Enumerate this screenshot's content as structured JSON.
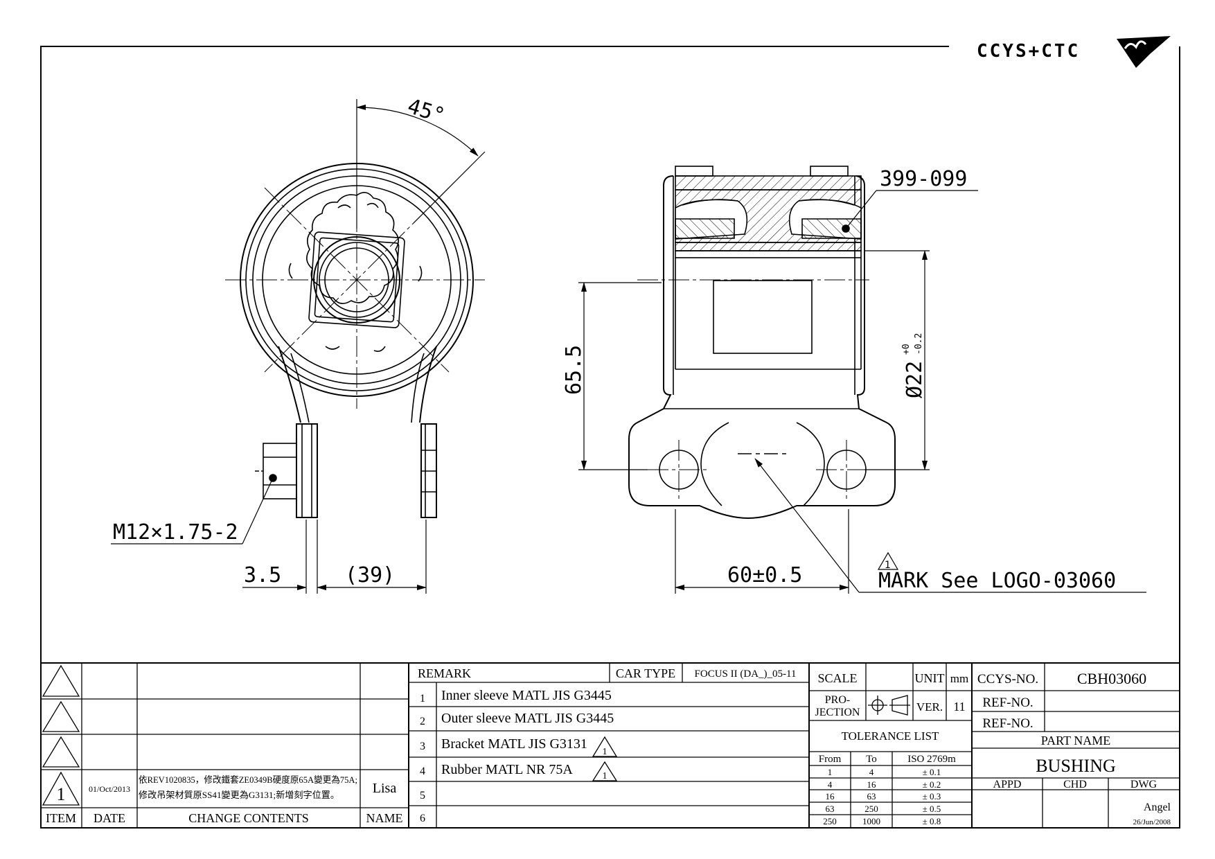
{
  "logo_text": "CCYS+CTC",
  "dimensions": {
    "angle": "45°",
    "part_no_label": "399-099",
    "height": "65.5",
    "diameter": "Ø22",
    "diameter_tol_upper": "+0",
    "diameter_tol_lower": "-0.2",
    "thread": "M12×1.75-2",
    "plate_thickness": "3.5",
    "bracket_width_ref": "(39)",
    "hole_spacing": "60±0.5",
    "mark_note": "MARK See LOGO-03060",
    "mark_symbol": "1"
  },
  "revision_table": {
    "headers": {
      "item": "ITEM",
      "date": "DATE",
      "change": "CHANGE CONTENTS",
      "name": "NAME"
    },
    "rows": [
      {
        "item": "",
        "date": "",
        "change": "",
        "name": ""
      },
      {
        "item": "",
        "date": "",
        "change": "",
        "name": ""
      },
      {
        "item": "",
        "date": "",
        "change": "",
        "name": ""
      },
      {
        "item": "1",
        "date": "01/Oct/2013",
        "change_line1": "依REV1020835，修改鐵套ZE0349B硬度原65A變更為75A;",
        "change_line2": "修改吊架材質原SS41變更為G3131;新增刻字位置。",
        "name": "Lisa"
      }
    ]
  },
  "remark": {
    "label": "REMARK",
    "car_type_label": "CAR TYPE",
    "car_type_value": "FOCUS II (DA_)_05-11",
    "items": [
      {
        "no": "1",
        "text": "Inner sleeve MATL JIS G3445",
        "rev": ""
      },
      {
        "no": "2",
        "text": "Outer sleeve MATL JIS G3445",
        "rev": ""
      },
      {
        "no": "3",
        "text": "Bracket MATL JIS G3131",
        "rev": "1"
      },
      {
        "no": "4",
        "text": "Rubber MATL NR 75A",
        "rev": "1"
      },
      {
        "no": "5",
        "text": "",
        "rev": ""
      },
      {
        "no": "6",
        "text": "",
        "rev": ""
      }
    ]
  },
  "scale_block": {
    "scale_label": "SCALE",
    "scale_value": "",
    "unit_label": "UNIT",
    "unit_value": "mm",
    "projection_label_1": "PRO-",
    "projection_label_2": "JECTION",
    "ver_label": "VER.",
    "ver_value": "11"
  },
  "tolerance": {
    "title": "TOLERANCE LIST",
    "headers": [
      "From",
      "To",
      "ISO 2769m"
    ],
    "rows": [
      [
        "1",
        "4",
        "± 0.1"
      ],
      [
        "4",
        "16",
        "± 0.2"
      ],
      [
        "16",
        "63",
        "± 0.3"
      ],
      [
        "63",
        "250",
        "± 0.5"
      ],
      [
        "250",
        "1000",
        "± 0.8"
      ]
    ]
  },
  "title_block": {
    "ccys_no_label": "CCYS-NO.",
    "ccys_no_value": "CBH03060",
    "ref_no_label_1": "REF-NO.",
    "ref_no_value_1": "",
    "ref_no_label_2": "REF-NO.",
    "ref_no_value_2": "",
    "part_name_label": "PART NAME",
    "part_name_value": "BUSHING",
    "appd_label": "APPD",
    "chd_label": "CHD",
    "dwg_label": "DWG",
    "dwg_name": "Angel",
    "dwg_date": "26/Jun/2008"
  }
}
